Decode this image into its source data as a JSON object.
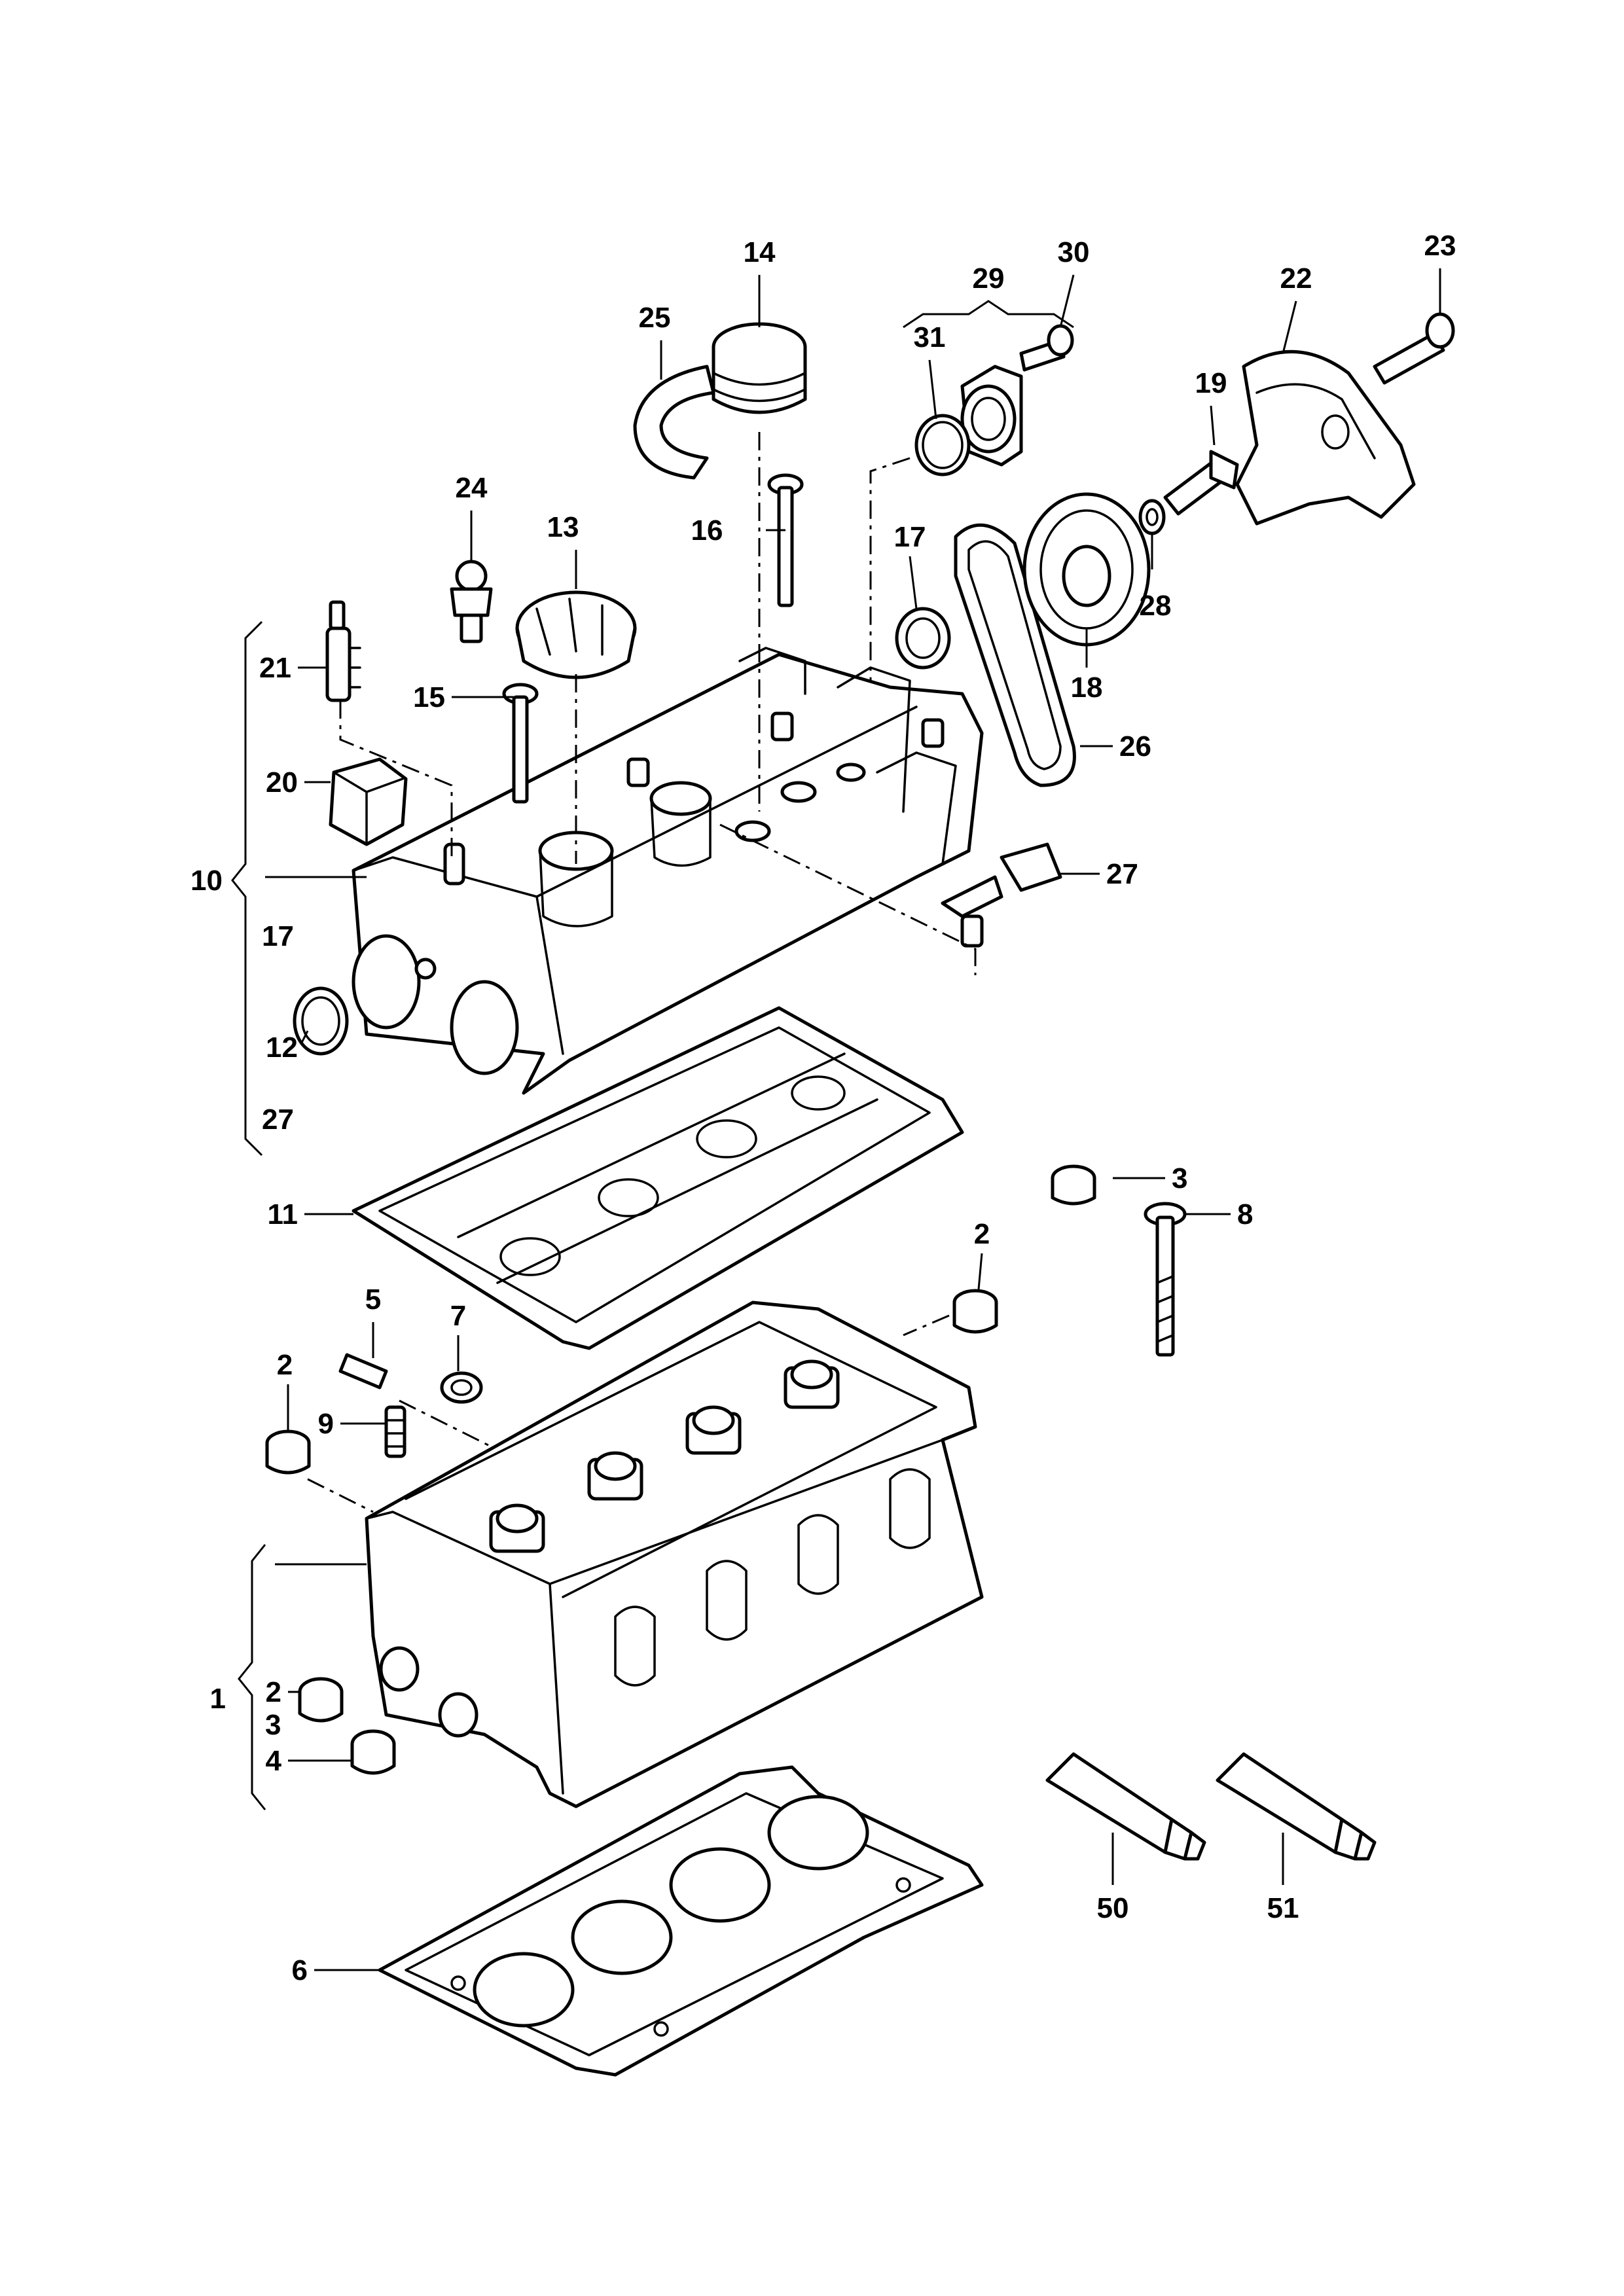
{
  "callouts": {
    "c1": "1",
    "c2a": "2",
    "c2b": "2",
    "c2c": "2",
    "c3a": "3",
    "c3b": "3",
    "c4": "4",
    "c5": "5",
    "c6": "6",
    "c7": "7",
    "c8": "8",
    "c9": "9",
    "c10": "10",
    "c11": "11",
    "c12": "12",
    "c13": "13",
    "c14": "14",
    "c15": "15",
    "c16": "16",
    "c17a": "17",
    "c17b": "17",
    "c18": "18",
    "c19": "19",
    "c20": "20",
    "c21": "21",
    "c22": "22",
    "c23": "23",
    "c24": "24",
    "c25": "25",
    "c26": "26",
    "c27a": "27",
    "c27b": "27",
    "c28": "28",
    "c29": "29",
    "c30": "30",
    "c31": "31",
    "c50": "50",
    "c51": "51"
  }
}
